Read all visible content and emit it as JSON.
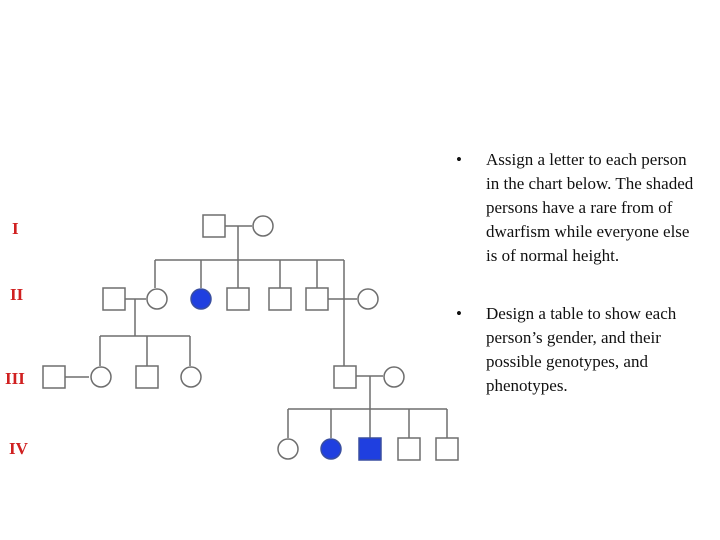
{
  "generations": [
    "I",
    "II",
    "III",
    "IV"
  ],
  "colors": {
    "affected": "#1f3fe0",
    "line": "#6e6e6e",
    "label": "#d02020"
  },
  "pedigree": {
    "gen_I": [
      {
        "sex": "male",
        "affected": false
      },
      {
        "sex": "female",
        "affected": false
      }
    ],
    "gen_II": [
      {
        "sex": "male",
        "affected": false
      },
      {
        "sex": "female",
        "affected": false
      },
      {
        "sex": "female",
        "affected": true
      },
      {
        "sex": "male",
        "affected": false
      },
      {
        "sex": "male",
        "affected": false
      },
      {
        "sex": "male",
        "affected": false
      },
      {
        "sex": "female",
        "affected": false
      }
    ],
    "gen_III": [
      {
        "sex": "male",
        "affected": false
      },
      {
        "sex": "female",
        "affected": false
      },
      {
        "sex": "male",
        "affected": false
      },
      {
        "sex": "female",
        "affected": false
      },
      {
        "sex": "male",
        "affected": false
      },
      {
        "sex": "female",
        "affected": false
      }
    ],
    "gen_IV": [
      {
        "sex": "female",
        "affected": false
      },
      {
        "sex": "female",
        "affected": true
      },
      {
        "sex": "male",
        "affected": true
      },
      {
        "sex": "male",
        "affected": false
      },
      {
        "sex": "male",
        "affected": false
      }
    ]
  },
  "bullets": [
    {
      "marker": "•",
      "text": "Assign a letter to each person in the chart below.  The shaded persons have a rare from of dwarfism while everyone else is of normal height."
    },
    {
      "marker": "•",
      "text": "Design a table to show each person’s gender, and their possible genotypes, and phenotypes."
    }
  ]
}
